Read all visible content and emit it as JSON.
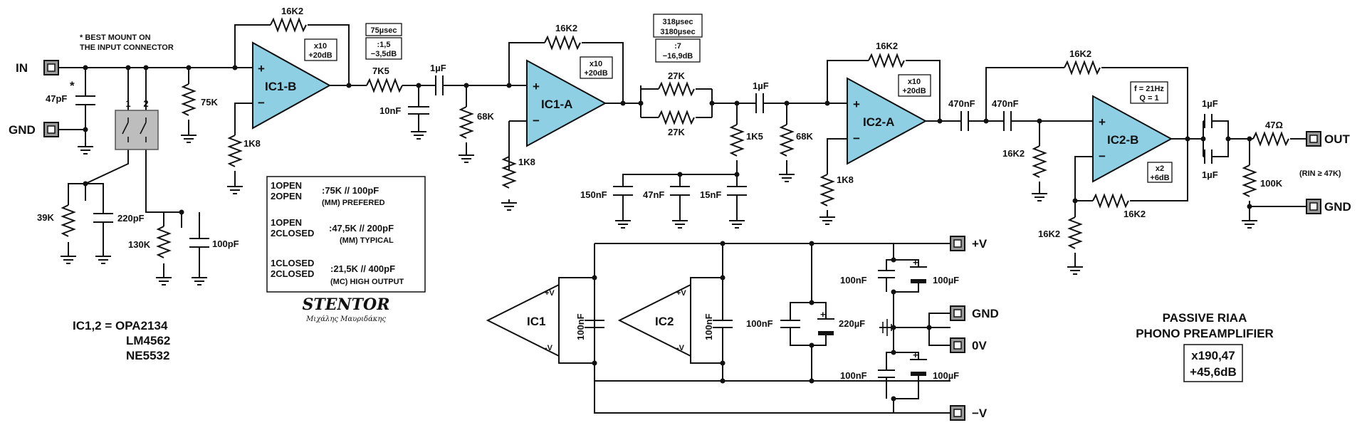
{
  "connectors": {
    "in": "IN",
    "gnd_in": "GND",
    "out": "OUT",
    "gnd_out": "GND",
    "plus_v": "+V",
    "gnd_ps": "GND",
    "zero_v": "0V",
    "minus_v": "−V"
  },
  "note": {
    "line1": "* BEST MOUNT ON",
    "line2": "THE INPUT CONNECTOR",
    "star": "*"
  },
  "input": {
    "c_47p": "47pF",
    "r_75k": "75K",
    "sw1": "1",
    "sw2": "2",
    "r_39k": "39K",
    "c_220p": "220pF",
    "r_130k": "130K",
    "c_100p": "100pF"
  },
  "stage1": {
    "opamp": "IC1-B",
    "rf": "16K2",
    "rg": "1K8",
    "gain1": "x10",
    "gain2": "+20dB",
    "r_7k5": "7K5",
    "c_10n": "10nF",
    "c_1u": "1µF",
    "r_68k": "68K",
    "tc": "75µsec",
    "ratio": ":1,5",
    "db": "−3,5dB"
  },
  "stage2": {
    "opamp": "IC1-A",
    "rf": "16K2",
    "rg": "1K8",
    "gain1": "x10",
    "gain2": "+20dB",
    "tc1": "318µsec",
    "tc2": "3180µsec",
    "ratio": ":7",
    "db": "−16,9dB",
    "r_27k_a": "27K",
    "r_27k_b": "27K",
    "c_1u": "1µF",
    "r_1k5": "1K5",
    "r_68k": "68K",
    "c_150n": "150nF",
    "c_47n": "47nF",
    "c_15n": "15nF"
  },
  "stage3": {
    "opamp": "IC2-A",
    "rf": "16K2",
    "rg": "1K8",
    "gain1": "x10",
    "gain2": "+20dB",
    "c_470n_a": "470nF",
    "c_470n_b": "470nF",
    "r_16k2_gnd": "16K2"
  },
  "stage4": {
    "opamp": "IC2-B",
    "r_top": "16K2",
    "r_fb": "16K2",
    "r_gnd": "16K2",
    "f": "f = 21Hz",
    "q": "Q = 1",
    "gain1": "x2",
    "gain2": "+6dB",
    "c_1u_a": "1µF",
    "c_1u_b": "1µF",
    "r_47": "47Ω",
    "r_100k": "100K",
    "rin": "(RIN ≥ 47K)"
  },
  "options": [
    {
      "l1": "1OPEN",
      "l2": "2OPEN",
      "v": ":75K // 100pF",
      "n": "(MM) PREFERED"
    },
    {
      "l1": "1OPEN",
      "l2": "2CLOSED",
      "v": ":47,5K // 200pF",
      "n": "(MM) TYPICAL"
    },
    {
      "l1": "1CLOSED",
      "l2": "2CLOSED",
      "v": ":21,5K // 400pF",
      "n": "(MC) HIGH OUTPUT"
    }
  ],
  "brand": {
    "name": "STENTOR",
    "signature": "Μιχάλης Μαυριδάκης"
  },
  "ics": {
    "l1": "IC1,2 = OPA2134",
    "l2": "LM4562",
    "l3": "NE5532"
  },
  "power": {
    "ic1": "IC1",
    "ic2": "IC2",
    "pv": "+V",
    "nv": "-V",
    "pv2": "+V",
    "nv2": "-V",
    "c_ic1": "100nF",
    "c_ic2": "100nF",
    "c_100n_main": "100nF",
    "c_220u": "220µF",
    "c_100n_top": "100nF",
    "c_100u_top": "100µF",
    "c_100n_bot": "100nF",
    "c_100u_bot": "100µF"
  },
  "title": {
    "l1": "PASSIVE RIAA",
    "l2": "PHONO PREAMPLIFIER",
    "gain": "x190,47",
    "db": "+45,6dB"
  }
}
